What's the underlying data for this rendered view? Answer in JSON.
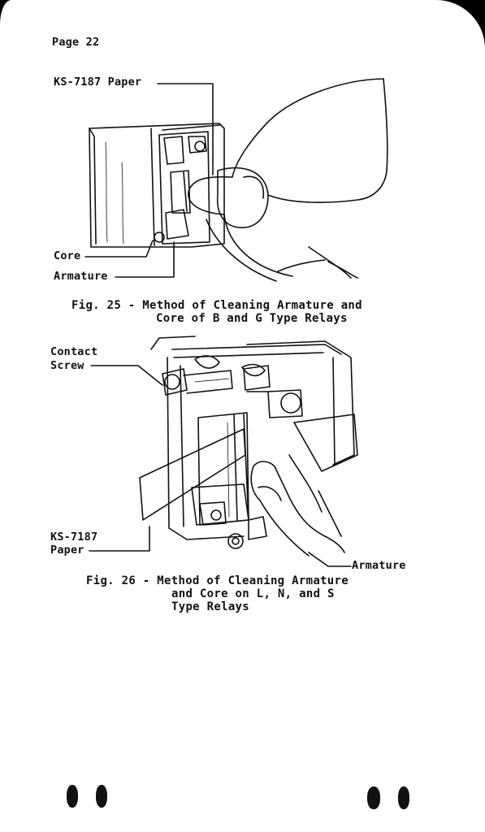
{
  "page": {
    "label": "Page 22"
  },
  "figure_25": {
    "labels": {
      "paper": "KS-7187 Paper",
      "core": "Core",
      "armature": "Armature"
    },
    "caption": {
      "line1": "Fig. 25 - Method of Cleaning Armature and",
      "line2": "Core of B and G Type Relays"
    }
  },
  "figure_26": {
    "labels": {
      "contact_line1": "Contact",
      "contact_line2": "Screw",
      "paper_line1": "KS-7187",
      "paper_line2": "Paper",
      "armature": "Armature"
    },
    "caption": {
      "line1": "Fig. 26 - Method of Cleaning Armature",
      "line2": "and Core on L, N, and S",
      "line3": "Type Relays"
    }
  }
}
